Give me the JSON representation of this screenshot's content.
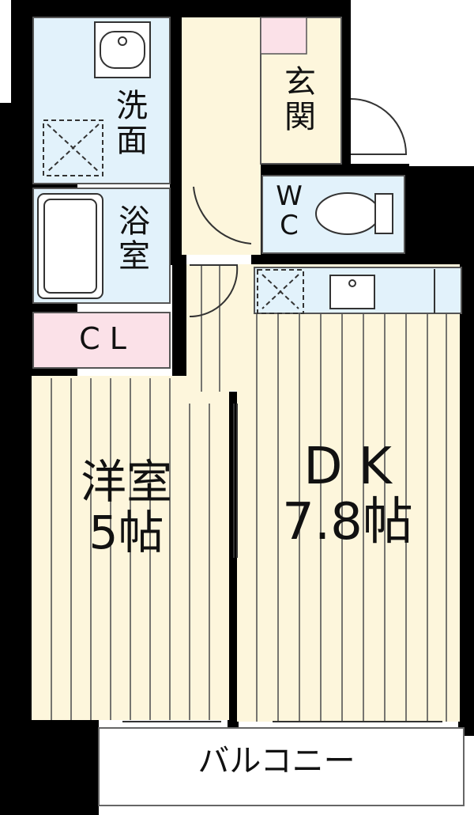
{
  "floorplan": {
    "colors": {
      "wall": "#000000",
      "floor_wood": "#fdf6dc",
      "wet_area": "#e2f2fb",
      "closet": "#fbe1e8",
      "genkan": "#fdf6dc",
      "balcony": "#ffffff"
    },
    "rooms": {
      "washroom": {
        "char1": "洗",
        "char2": "面"
      },
      "bathroom": {
        "char1": "浴",
        "char2": "室"
      },
      "closet": {
        "label": "C L"
      },
      "entrance": {
        "char1": "玄",
        "char2": "関"
      },
      "toilet": {
        "char1": "W",
        "char2": "C"
      },
      "western_room": {
        "name": "洋室",
        "size": "5帖"
      },
      "dining_kitchen": {
        "name": "D K",
        "size": "7.8帖"
      },
      "balcony": {
        "label": "バルコニー"
      }
    }
  }
}
